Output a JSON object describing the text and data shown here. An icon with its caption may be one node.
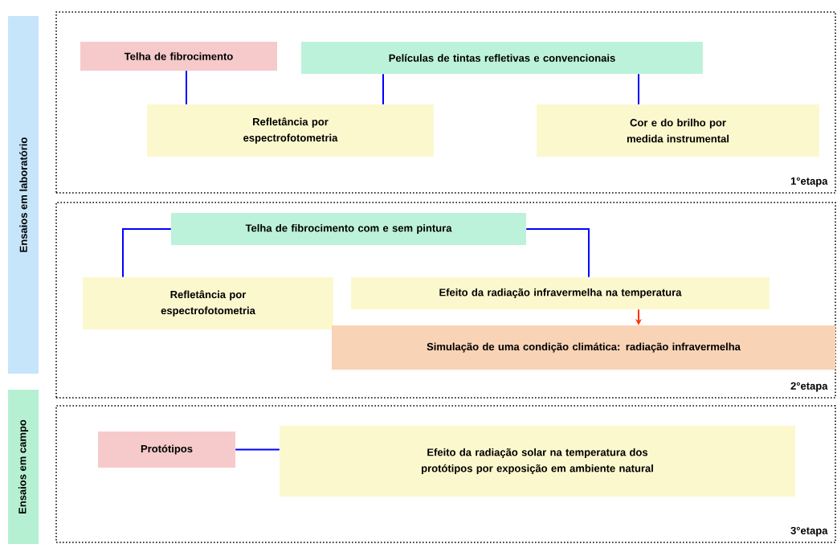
{
  "diagram": {
    "nodes": [
      {
        "text": [
          "Ensaios em laboratório"
        ]
      },
      {
        "text": [
          "Ensaios em campo"
        ]
      },
      {
        "text": [
          "1°etapa"
        ]
      },
      {
        "text": [
          "Telha de fibrocimento"
        ],
        "in": 2
      },
      {
        "text": [
          "Películas de tintas refletivas e convencionais"
        ],
        "in": 2
      },
      {
        "text": [
          "Refletância por espectrofotometria"
        ],
        "in": 2
      },
      {
        "text": [
          "Cor e do brilho por medida instrumental"
        ],
        "in": 2
      },
      {
        "text": [
          "2°etapa"
        ]
      },
      {
        "text": [
          "Telha de fibrocimento com e sem pintura"
        ],
        "in": 7
      },
      {
        "text": [
          "Refletância por espectrofotometria"
        ],
        "in": 7
      },
      {
        "text": [
          "Efeito da radiação infravermelha na temperatura"
        ],
        "in": 7
      },
      {
        "text": [
          "Simulação de uma condição climática: radiação infravermelha"
        ],
        "in": 7
      },
      {
        "text": [
          "3°etapa"
        ]
      },
      {
        "text": [
          "Protótipos"
        ],
        "in": 12
      },
      {
        "text": [
          "Efeito da radiação solar na temperatura dos protótipos por exposição em ambiente natural"
        ],
        "in": 12
      }
    ],
    "edges": [
      {
        "from": 3,
        "to": 5,
        "arrow": "none"
      },
      {
        "from": 4,
        "to": 5,
        "arrow": "none"
      },
      {
        "from": 4,
        "to": 6,
        "arrow": "none"
      },
      {
        "from": 8,
        "to": 9,
        "arrow": "none"
      },
      {
        "from": 8,
        "to": 10,
        "arrow": "none"
      },
      {
        "from": 10,
        "to": 11,
        "arrow": "to",
        "color": "#ff3300"
      },
      {
        "from": 13,
        "to": 14,
        "arrow": "none"
      }
    ]
  }
}
